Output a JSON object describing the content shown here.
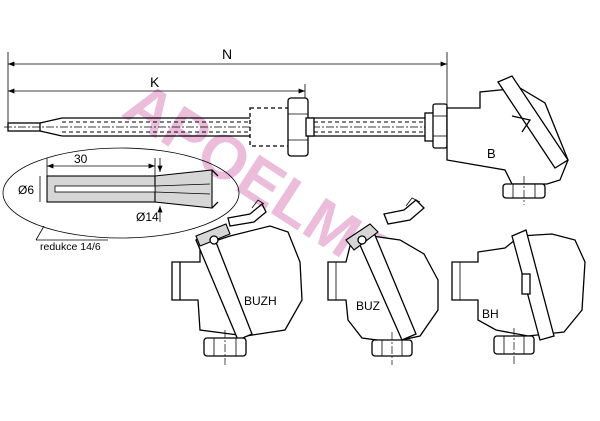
{
  "watermark": "APOELMOS",
  "dimensions": {
    "overall_length": "N",
    "insertion_length": "K",
    "reduction_length": "30",
    "tip_diameter": "Ø6",
    "sheath_diameter": "Ø14",
    "reduction_note": "redukce 14/6"
  },
  "heads": {
    "main": "B",
    "view_1": "BUZH",
    "view_2": "BUZ",
    "view_3": "BH"
  },
  "colors": {
    "line": "#000000",
    "watermark": "#e6a6cf",
    "background": "#ffffff"
  }
}
